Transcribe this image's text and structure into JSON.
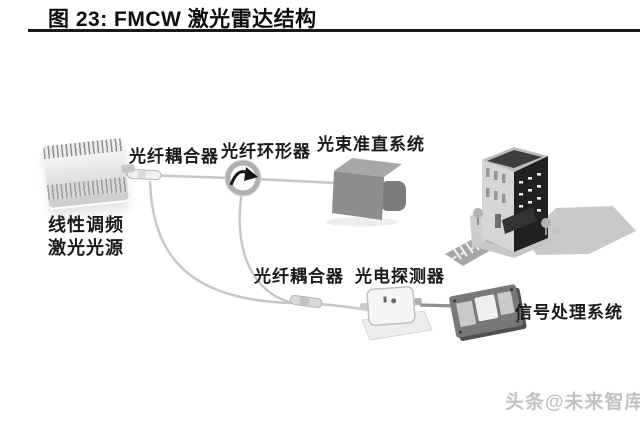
{
  "title": "图 23: FMCW 激光雷达结构",
  "watermark": "头条@未来智库",
  "labels": {
    "laser_line1": "线性调频",
    "laser_line2": "激光光源",
    "coupler_top": "光纤耦合器",
    "circulator": "光纤环形器",
    "collimation": "光束准直系统",
    "coupler_bottom": "光纤耦合器",
    "detector": "光电探测器",
    "processor": "信号处理系统"
  },
  "components": [
    "linear-fm-laser-source",
    "fiber-coupler",
    "fiber-circulator",
    "beam-collimation-system",
    "target-building",
    "fiber-coupler",
    "photodetector",
    "signal-processing-system"
  ],
  "colors": {
    "background": "#ffffff",
    "title_text": "#0d0d0d",
    "rule": "#1a1a1a",
    "label_text": "#1a1a1a",
    "fiber": "#c6c6c6",
    "collimator_gray": "#8d8d8d",
    "building_dark_face": "#212121",
    "ground_shadow": "#c9c9c9",
    "watermark_gray": "#c2c2c2"
  }
}
